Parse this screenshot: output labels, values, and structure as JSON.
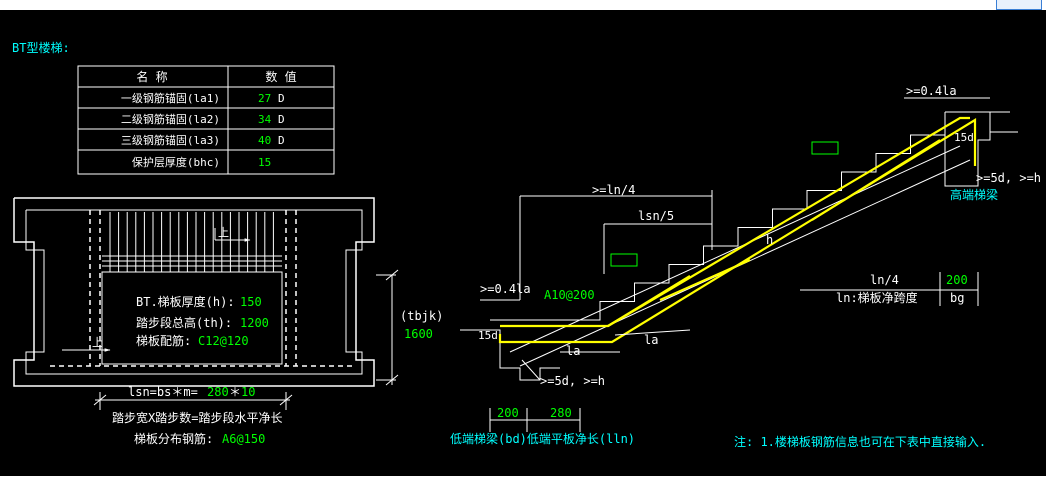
{
  "title": "BT型楼梯:",
  "param_table": {
    "headers": [
      "名 称",
      "数 值"
    ],
    "rows": [
      {
        "name": "一级钢筋锚固(la1)",
        "value": "27",
        "unit": "D"
      },
      {
        "name": "二级钢筋锚固(la2)",
        "value": "34",
        "unit": "D"
      },
      {
        "name": "三级钢筋锚固(la3)",
        "value": "40",
        "unit": "D"
      },
      {
        "name": "保护层厚度(bhc)",
        "value": "15",
        "unit": ""
      }
    ]
  },
  "plan": {
    "up_label_1": "上",
    "up_label_2": "上",
    "thickness_label": "BT.梯板厚度(h):",
    "thickness_value": "150",
    "height_label": "踏步段总高(th):",
    "height_value": "1200",
    "rebar_label": "梯板配筋:",
    "rebar_value": "C12@120",
    "tbjk_label": "(tbjk)",
    "tbjk_value": "1600",
    "lsn_formula": "lsn=bs＊m=",
    "lsn_bs": "280",
    "lsn_times": "＊",
    "lsn_m": "10",
    "formula_desc": "踏步宽X踏步数=踏步段水平净长",
    "dist_label": "梯板分布钢筋:",
    "dist_value": "A6@150"
  },
  "section": {
    "ln4_top": ">=ln/4",
    "lsn5": "lsn/5",
    "anchor_top": ">=0.4la",
    "anchor_left": ">=0.4la",
    "a10": "A10@200",
    "h_label": "h",
    "fifteen_d_right": "15d",
    "fifteen_d_left": "15d",
    "five_d_right": ">=5d, >=h",
    "five_d_left": ">=5d, >=h",
    "high_beam": "高端梯梁",
    "la1": "la",
    "la2": "la",
    "ln4_bottom": "ln/4",
    "bg_value": "200",
    "ln_label": "ln:梯板净跨度",
    "bg_label": "bg",
    "bd_value": "200",
    "lln_value": "280",
    "low_labels": "低端梯梁(bd)低端平板净长(lln)",
    "note": "注: 1.楼梯板钢筋信息也可在下表中直接输入."
  },
  "colors": {
    "background": "#000000",
    "line": "#ffffff",
    "green": "#00ff00",
    "cyan": "#00ffff",
    "yellow": "#ffff00"
  }
}
